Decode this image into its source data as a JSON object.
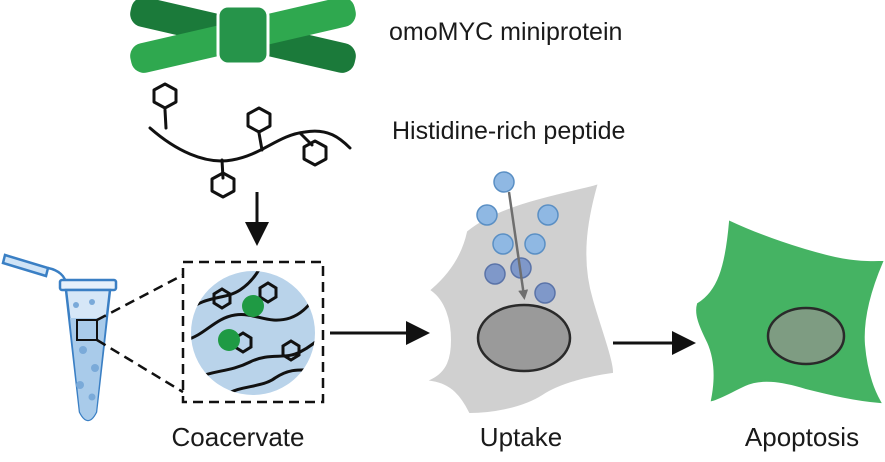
{
  "labels": {
    "miniprotein": "omoMYC miniprotein",
    "peptide": "Histidine-rich peptide",
    "coacervate": "Coacervate",
    "uptake": "Uptake",
    "apoptosis": "Apoptosis"
  },
  "colors": {
    "protein_dark": "#1b7a3a",
    "protein_light": "#2fa84f",
    "droplet_fill": "#b9d3ea",
    "droplet_dot": "#7aaad9",
    "cell_uptake": "#d0d0d0",
    "nucleus": "#9a9a9a",
    "cell_apoptosis": "#45b363",
    "tube_outline": "#3a7fc4",
    "ink": "#111111"
  },
  "icons": [
    "protein-icon",
    "peptide-chain-icon",
    "tube-icon",
    "coacervate-droplet-icon",
    "cell-uptake-icon",
    "cell-apoptosis-icon",
    "arrow-icon"
  ]
}
